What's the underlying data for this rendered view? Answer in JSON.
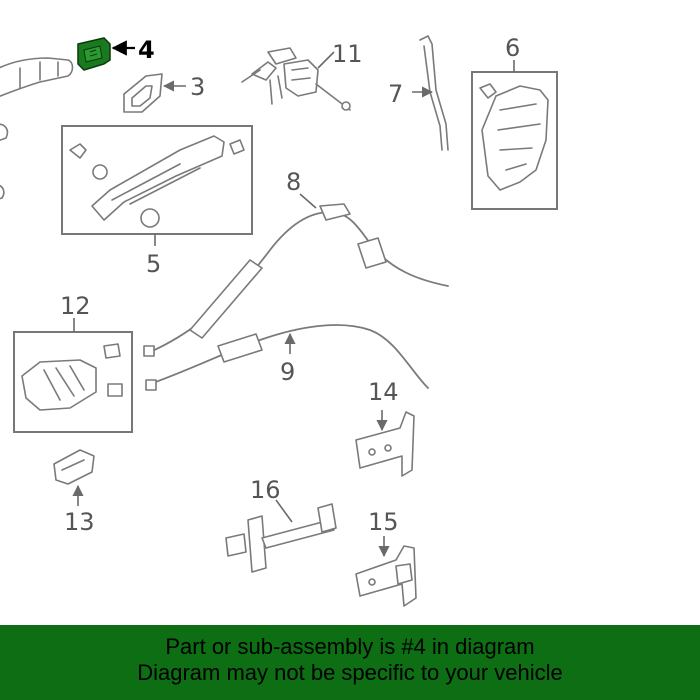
{
  "diagram": {
    "callouts": [
      "4",
      "3",
      "11",
      "7",
      "6",
      "5",
      "8",
      "12",
      "9",
      "14",
      "13",
      "16",
      "15"
    ],
    "highlighted_part": "4",
    "highlight_color": "#1a7a1f"
  },
  "banner": {
    "line1": "Part or sub-assembly is #4 in diagram",
    "line2": "Diagram may not be specific to your vehicle",
    "background": "#0d6e14"
  }
}
